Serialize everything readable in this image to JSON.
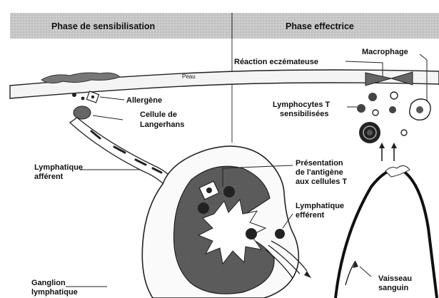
{
  "header": {
    "phase_left": "Phase de sensibilisation",
    "phase_right": "Phase effectrice"
  },
  "labels": {
    "peau": "Peau",
    "allergene": "Allergène",
    "langerhans_1": "Cellule de",
    "langerhans_2": "Langerhans",
    "lymph_aff_1": "Lymphatique",
    "lymph_aff_2": "afférent",
    "ganglion_1": "Ganglion",
    "ganglion_2": "lymphatique",
    "reaction": "Réaction eczémateuse",
    "macrophage": "Macrophage",
    "lympho_t_1": "Lymphocytes T",
    "lympho_t_2": "sensibilisées",
    "presentation_1": "Présentation",
    "presentation_2": "de l'antigène",
    "presentation_3": "aux cellules T",
    "lymph_eff_1": "Lymphatique",
    "lymph_eff_2": "efférent",
    "vaisseau_1": "Vaisseau",
    "vaisseau_2": "sanguin"
  }
}
